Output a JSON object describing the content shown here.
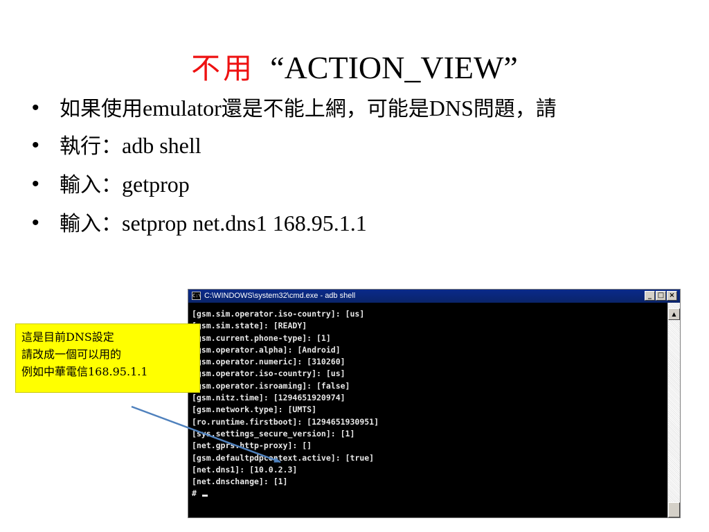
{
  "slide": {
    "title_red": "不用",
    "title_quote": "“ACTION_VIEW”",
    "bullet_glyph": "•",
    "bullets": [
      {
        "pre": "如果使用",
        "latin": "emulator",
        "mid": "還是不能上網，可能是",
        "latin2": "DNS",
        "post": "問題，請"
      },
      {
        "pre": "執行：",
        "latin": "adb shell"
      },
      {
        "pre": "輸入：",
        "latin": "getprop"
      },
      {
        "pre": "輸入：",
        "latin": "setprop net.dns1 168.95.1.1"
      }
    ]
  },
  "callout": {
    "lines": [
      "這是目前DNS設定",
      "請改成一個可以用的",
      "例如中華電信168.95.1.1"
    ],
    "color": "#ffff00"
  },
  "cmd_window": {
    "title": "C:\\WINDOWS\\system32\\cmd.exe - adb shell",
    "icon_label": "C:\\",
    "minimize": "_",
    "maximize": "□",
    "close": "×",
    "scroll_up": "▲",
    "lines": [
      "[gsm.sim.operator.iso-country]: [us]",
      "[gsm.sim.state]: [READY]",
      "[gsm.current.phone-type]: [1]",
      "[gsm.operator.alpha]: [Android]",
      "[gsm.operator.numeric]: [310260]",
      "[gsm.operator.iso-country]: [us]",
      "[gsm.operator.isroaming]: [false]",
      "[gsm.nitz.time]: [1294651920974]",
      "[gsm.network.type]: [UMTS]",
      "[ro.runtime.firstboot]: [1294651930951]",
      "[sys.settings_secure_version]: [1]",
      "[net.gprs.http-proxy]: []",
      "[gsm.defaultpdpcontext.active]: [true]",
      "[net.dns1]: [10.0.2.3]",
      "[net.dnschange]: [1]",
      "#"
    ]
  },
  "colors": {
    "title_red": "#ee1111",
    "arrow": "#4f81bd"
  }
}
